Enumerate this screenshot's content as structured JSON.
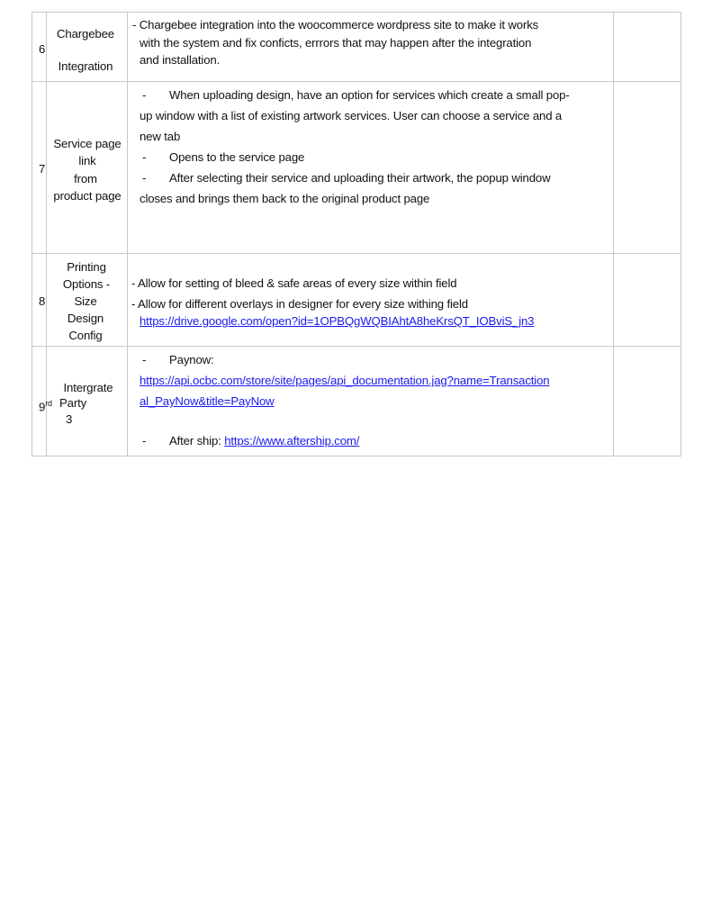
{
  "rows": [
    {
      "num": "6",
      "title": [
        "Chargebee",
        "Integration"
      ],
      "lines": [
        "- Chargebee integration into the woocommerce wordpress site to make it works",
        "with the system and fix conficts, errrors that may happen after the integration",
        "and installation."
      ]
    },
    {
      "num": "7",
      "title": [
        "Service page",
        "link",
        "from",
        "product page"
      ],
      "lines": [
        "When uploading design, have an option for services which create a small pop-",
        "up window with a list of existing artwork services. User can choose a service and a",
        "new tab",
        "Opens to the service page",
        "After selecting their service and uploading their artwork, the popup window",
        "closes and brings them back to the original product page"
      ]
    },
    {
      "num": "8",
      "title": [
        "Printing",
        "Options -",
        "Size",
        "Design",
        "Config"
      ],
      "lines": [
        "- Allow for setting of bleed & safe areas of every size within field",
        "- Allow for different overlays in designer for every size withing field"
      ],
      "link": "https://drive.google.com/open?id=1OPBQgWQBIAhtA8heKrsQT_IOBviS_jn3"
    },
    {
      "num": "9",
      "num_sup": "rd",
      "title": [
        "Intergrate",
        "Party",
        "3"
      ],
      "paynow_label": "Paynow:",
      "paynow_link_1": "https://api.ocbc.com/store/site/pages/api_documentation.jag?name=Transaction",
      "paynow_link_2": "al_PayNow&title=PayNow",
      "aftership_label": "After ship: ",
      "aftership_link": "https://www.aftership.com/"
    }
  ],
  "bullet": "-"
}
